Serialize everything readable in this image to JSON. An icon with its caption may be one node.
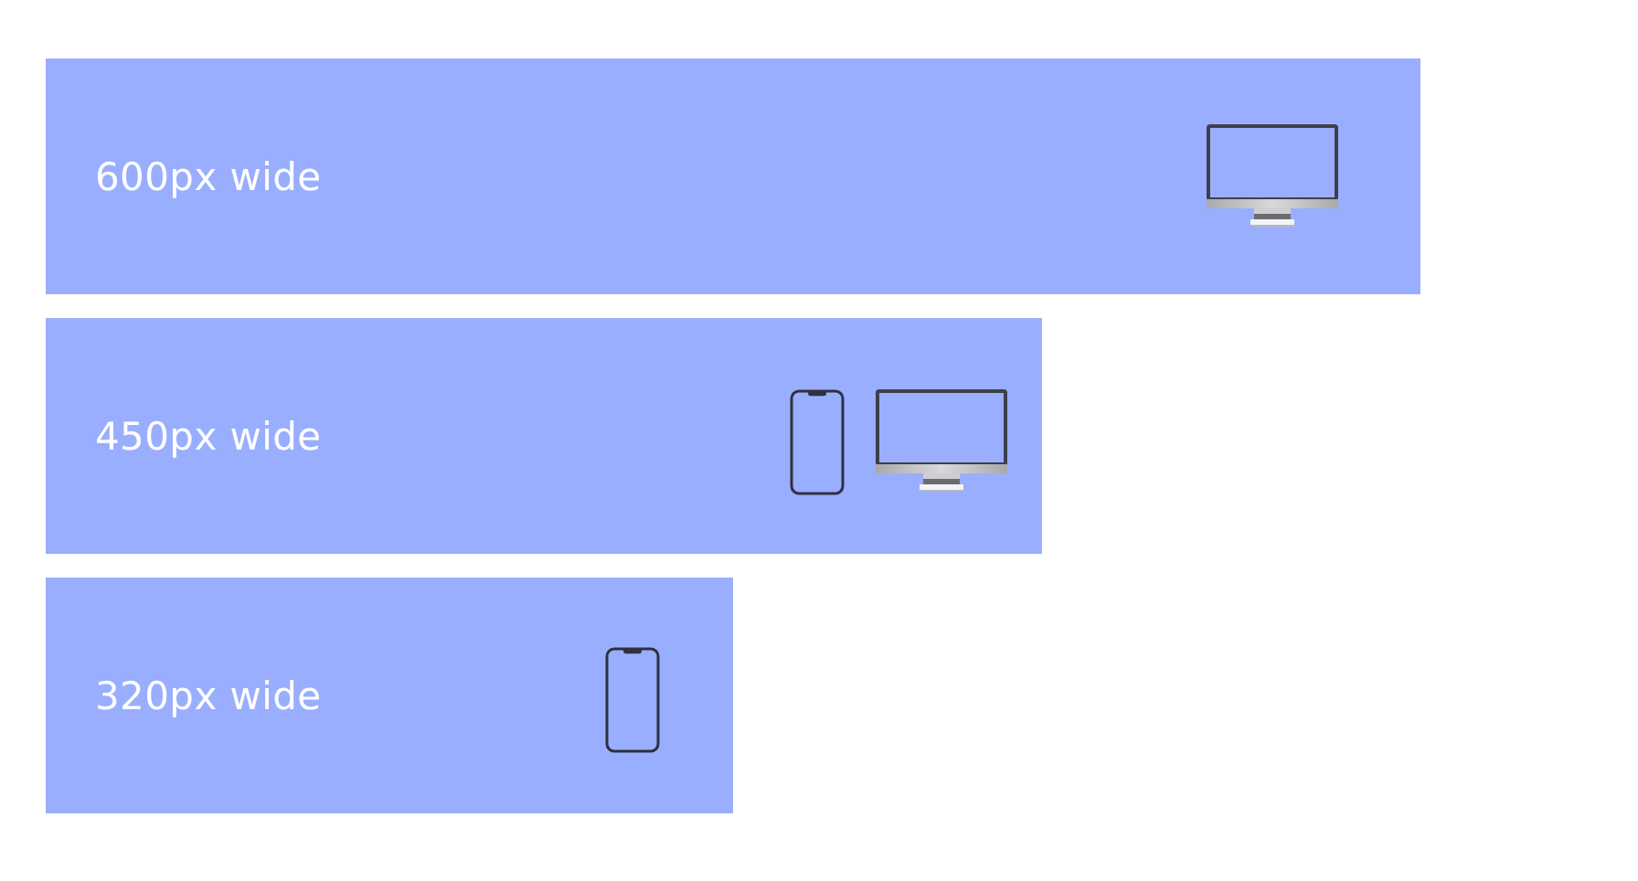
{
  "diagram": {
    "nodes": [
      {
        "text": [
          "600px wide"
        ]
      },
      {
        "text": [
          "450px wide"
        ]
      },
      {
        "text": [
          "320px wide"
        ]
      }
    ]
  }
}
